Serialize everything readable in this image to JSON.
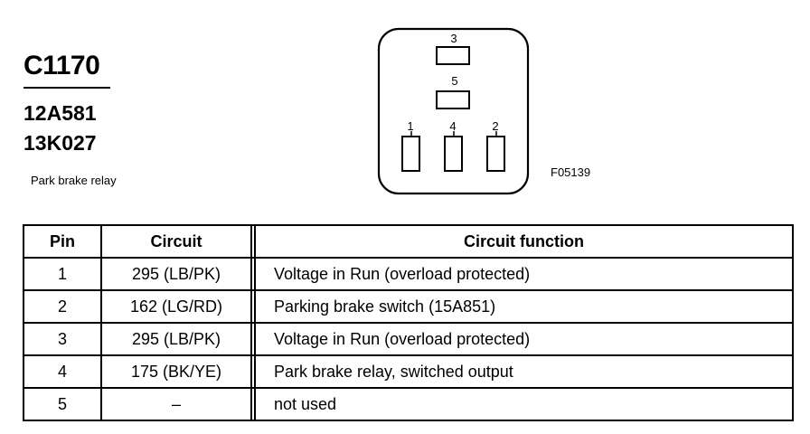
{
  "header": {
    "connector_id": "C1170",
    "part_numbers": [
      "12A581",
      "13K027"
    ],
    "description": "Park brake relay",
    "figure_code": "F05139"
  },
  "connector": {
    "pin_labels": {
      "p3": "3",
      "p5": "5",
      "p1": "1",
      "p4": "4",
      "p2": "2"
    }
  },
  "table": {
    "headers": {
      "pin": "Pin",
      "circuit": "Circuit",
      "function": "Circuit function"
    },
    "rows": [
      {
        "pin": "1",
        "circuit": "295 (LB/PK)",
        "function": "Voltage in Run (overload protected)"
      },
      {
        "pin": "2",
        "circuit": "162 (LG/RD)",
        "function": "Parking brake switch (15A851)"
      },
      {
        "pin": "3",
        "circuit": "295 (LB/PK)",
        "function": "Voltage in Run (overload protected)"
      },
      {
        "pin": "4",
        "circuit": "175 (BK/YE)",
        "function": "Park brake relay, switched output"
      },
      {
        "pin": "5",
        "circuit": "–",
        "function": "not used"
      }
    ]
  }
}
